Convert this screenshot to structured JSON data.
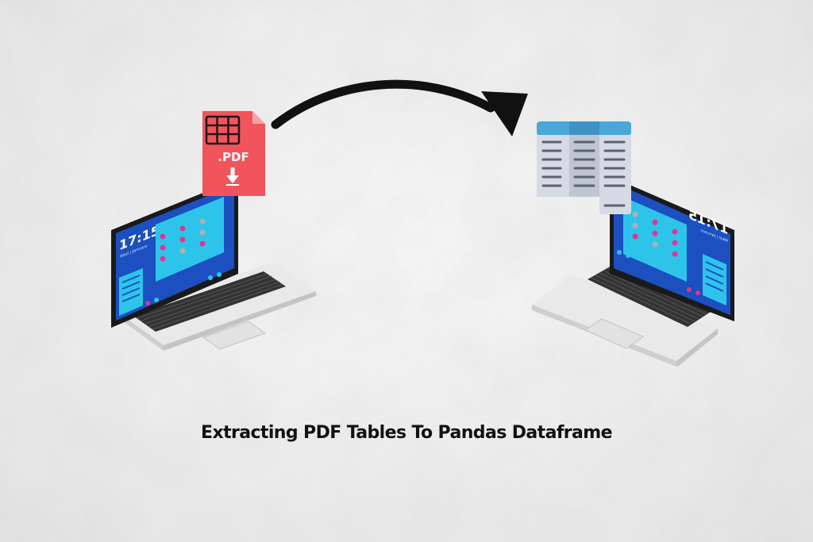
{
  "caption": "Extracting PDF Tables To Pandas Dataframe",
  "left_laptop": {
    "clock_time": "17:15",
    "clock_date": "Wed | January"
  },
  "right_laptop": {
    "clock_time": "17:15",
    "clock_date": "Wed | January"
  },
  "pdf_file": {
    "label": ".PDF"
  },
  "colors": {
    "background": "#efefef",
    "screen": "#1c4fc0",
    "screen_panel": "#2ec4ea",
    "pdf_red": "#f2545b",
    "table_header": "#4aa8d8",
    "table_body": "#d5dae4",
    "arrow": "#111111",
    "accent_magenta": "#e3348f"
  }
}
